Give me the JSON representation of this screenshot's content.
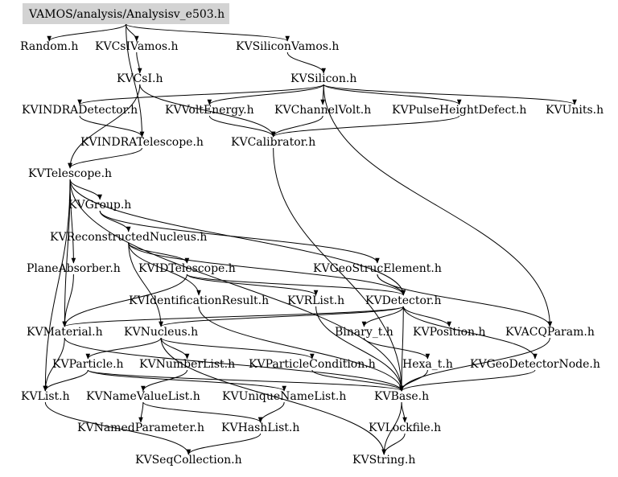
{
  "graph": {
    "root": "VAMOS/analysis/Analysisv_e503.h",
    "nodes": {
      "random": "Random.h",
      "csivamos": "KVCsIVamos.h",
      "siliconvamos": "KVSiliconVamos.h",
      "csi": "KVCsI.h",
      "silicon": "KVSilicon.h",
      "indradetector": "KVINDRADetector.h",
      "voltenergy": "KVVoltEnergy.h",
      "channelvolt": "KVChannelVolt.h",
      "pulseheightdefect": "KVPulseHeightDefect.h",
      "units": "KVUnits.h",
      "indratelescope": "KVINDRATelescope.h",
      "calibrator": "KVCalibrator.h",
      "telescope": "KVTelescope.h",
      "group": "KVGroup.h",
      "reconstructednucleus": "KVReconstructedNucleus.h",
      "planeabsorber": "PlaneAbsorber.h",
      "idtelescope": "KVIDTelescope.h",
      "geostrucelement": "KVGeoStrucElement.h",
      "identificationresult": "KVIdentificationResult.h",
      "rlist": "KVRList.h",
      "detector": "KVDetector.h",
      "material": "KVMaterial.h",
      "nucleus": "KVNucleus.h",
      "binary": "Binary_t.h",
      "position": "KVPosition.h",
      "acqparam": "KVACQParam.h",
      "particle": "KVParticle.h",
      "numberlist": "KVNumberList.h",
      "particlecondition": "KVParticleCondition.h",
      "hexa": "Hexa_t.h",
      "geodetectornode": "KVGeoDetectorNode.h",
      "list": "KVList.h",
      "namevaluelist": "KVNameValueList.h",
      "uniquenamelist": "KVUniqueNameList.h",
      "base": "KVBase.h",
      "namedparameter": "KVNamedParameter.h",
      "hashlist": "KVHashList.h",
      "lockfile": "KVLockfile.h",
      "seqcollection": "KVSeqCollection.h",
      "string": "KVString.h"
    },
    "edges": [
      [
        "root",
        "random"
      ],
      [
        "root",
        "csivamos"
      ],
      [
        "root",
        "siliconvamos"
      ],
      [
        "root",
        "indratelescope"
      ],
      [
        "csivamos",
        "csi"
      ],
      [
        "siliconvamos",
        "silicon"
      ],
      [
        "silicon",
        "indradetector"
      ],
      [
        "silicon",
        "voltenergy"
      ],
      [
        "silicon",
        "channelvolt"
      ],
      [
        "silicon",
        "pulseheightdefect"
      ],
      [
        "silicon",
        "units"
      ],
      [
        "silicon",
        "acqparam"
      ],
      [
        "csi",
        "calibrator"
      ],
      [
        "csi",
        "telescope"
      ],
      [
        "indradetector",
        "indratelescope"
      ],
      [
        "voltenergy",
        "calibrator"
      ],
      [
        "channelvolt",
        "calibrator"
      ],
      [
        "pulseheightdefect",
        "calibrator"
      ],
      [
        "calibrator",
        "base"
      ],
      [
        "indratelescope",
        "telescope"
      ],
      [
        "telescope",
        "group"
      ],
      [
        "telescope",
        "material"
      ],
      [
        "telescope",
        "planeabsorber"
      ],
      [
        "telescope",
        "list"
      ],
      [
        "telescope",
        "detector"
      ],
      [
        "telescope",
        "base"
      ],
      [
        "group",
        "reconstructednucleus"
      ],
      [
        "group",
        "geostrucelement"
      ],
      [
        "reconstructednucleus",
        "idtelescope"
      ],
      [
        "reconstructednucleus",
        "detector"
      ],
      [
        "reconstructednucleus",
        "identificationresult"
      ],
      [
        "reconstructednucleus",
        "nucleus"
      ],
      [
        "planeabsorber",
        "material"
      ],
      [
        "idtelescope",
        "detector"
      ],
      [
        "idtelescope",
        "rlist"
      ],
      [
        "idtelescope",
        "material"
      ],
      [
        "geostrucelement",
        "detector"
      ],
      [
        "geostrucelement",
        "acqparam"
      ],
      [
        "detector",
        "material"
      ],
      [
        "detector",
        "nucleus"
      ],
      [
        "detector",
        "position"
      ],
      [
        "detector",
        "geodetectornode"
      ],
      [
        "detector",
        "binary"
      ],
      [
        "detector",
        "base"
      ],
      [
        "identificationresult",
        "base"
      ],
      [
        "rlist",
        "base"
      ],
      [
        "material",
        "list"
      ],
      [
        "material",
        "base"
      ],
      [
        "nucleus",
        "particle"
      ],
      [
        "nucleus",
        "numberlist"
      ],
      [
        "nucleus",
        "particlecondition"
      ],
      [
        "nucleus",
        "string"
      ],
      [
        "binary",
        "hexa"
      ],
      [
        "geodetectornode",
        "base"
      ],
      [
        "acqparam",
        "base"
      ],
      [
        "particle",
        "list"
      ],
      [
        "particle",
        "uniquenamelist"
      ],
      [
        "particle",
        "base"
      ],
      [
        "numberlist",
        "namevaluelist"
      ],
      [
        "particlecondition",
        "base"
      ],
      [
        "hexa",
        "base"
      ],
      [
        "list",
        "seqcollection"
      ],
      [
        "namevaluelist",
        "namedparameter"
      ],
      [
        "namevaluelist",
        "hashlist"
      ],
      [
        "uniquenamelist",
        "hashlist"
      ],
      [
        "base",
        "lockfile"
      ],
      [
        "base",
        "string"
      ],
      [
        "hashlist",
        "seqcollection"
      ],
      [
        "lockfile",
        "string"
      ]
    ]
  }
}
